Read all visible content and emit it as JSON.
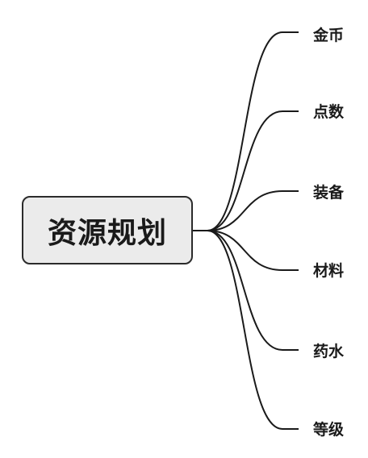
{
  "root": {
    "label": "资源规划"
  },
  "branches": [
    {
      "label": "金币"
    },
    {
      "label": "点数"
    },
    {
      "label": "装备"
    },
    {
      "label": "材料"
    },
    {
      "label": "药水"
    },
    {
      "label": "等级"
    }
  ],
  "colors": {
    "line": "#1a1a1a",
    "node_border": "#2b2b2b",
    "node_fill": "#ebebeb",
    "text": "#1a1a1a"
  }
}
